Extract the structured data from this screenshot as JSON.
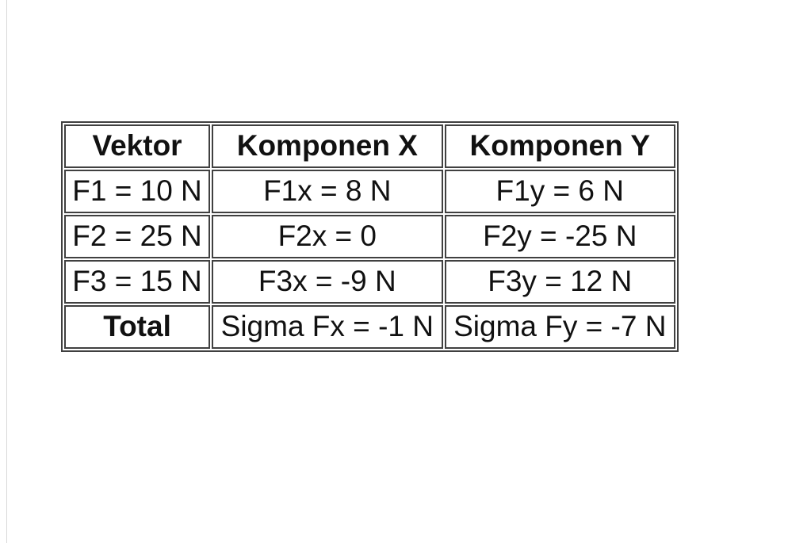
{
  "page": {
    "background_color": "#ffffff",
    "edge_line_color": "#d9d9d9"
  },
  "table": {
    "border_color": "#404040",
    "headers": [
      "Vektor",
      "Komponen X",
      "Komponen Y"
    ],
    "rows": [
      [
        "F1 = 10 N",
        "F1x = 8 N",
        "F1y = 6 N"
      ],
      [
        "F2 = 25 N",
        "F2x = 0",
        "F2y = -25 N"
      ],
      [
        "F3 = 15 N",
        "F3x = -9 N",
        "F3y = 12 N"
      ],
      [
        "Total",
        "Sigma Fx = -1 N",
        "Sigma Fy = -7 N"
      ]
    ]
  }
}
